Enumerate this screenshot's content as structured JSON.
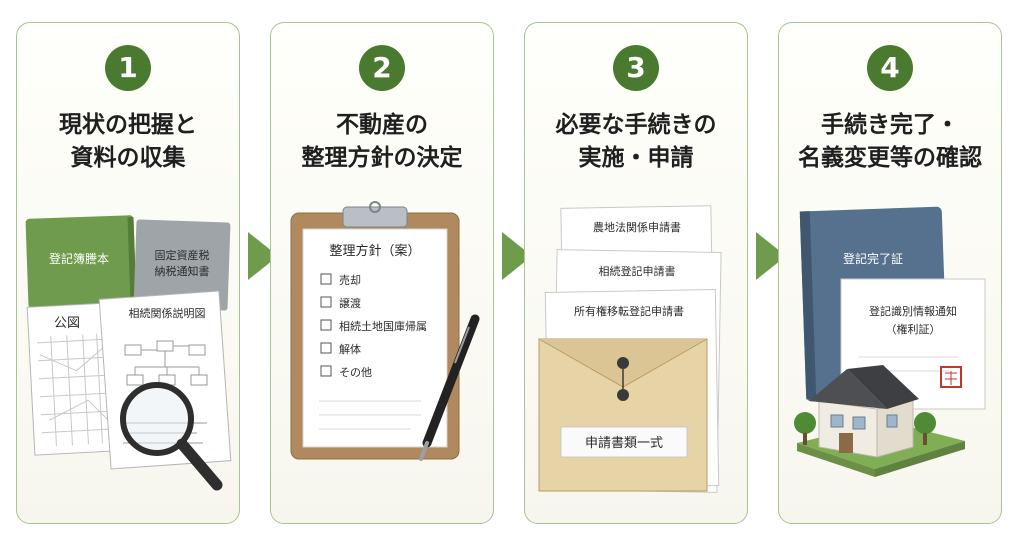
{
  "steps": [
    {
      "number": "1",
      "title_lines": [
        "現状の把握と",
        "資料の収集"
      ],
      "docs": {
        "book_label": "登記簿謄本",
        "tax_label_1": "固定資産税",
        "tax_label_2": "納税通知書",
        "map_label": "公図",
        "relation_label": "相続関係説明図"
      }
    },
    {
      "number": "2",
      "title_lines": [
        "不動産の",
        "整理方針の決定"
      ],
      "clipboard": {
        "heading": "整理方針（案）",
        "checklist": [
          "売却",
          "譲渡",
          "相続土地国庫帰属",
          "解体",
          "その他"
        ]
      }
    },
    {
      "number": "3",
      "title_lines": [
        "必要な手続きの",
        "実施・申請"
      ],
      "forms": [
        "農地法関係申請書",
        "相続登記申請書",
        "所有権移転登記申請書"
      ],
      "envelope_label": "申請書類一式"
    },
    {
      "number": "4",
      "title_lines": [
        "手続き完了・",
        "名義変更等の確認"
      ],
      "certificate_book": "登記完了証",
      "notice_line_1": "登記識別情報通知",
      "notice_line_2": "（権利証）"
    }
  ],
  "colors": {
    "accent": "#4a7a2f",
    "border": "#a9c394",
    "arrow": "#6f9c4c"
  }
}
